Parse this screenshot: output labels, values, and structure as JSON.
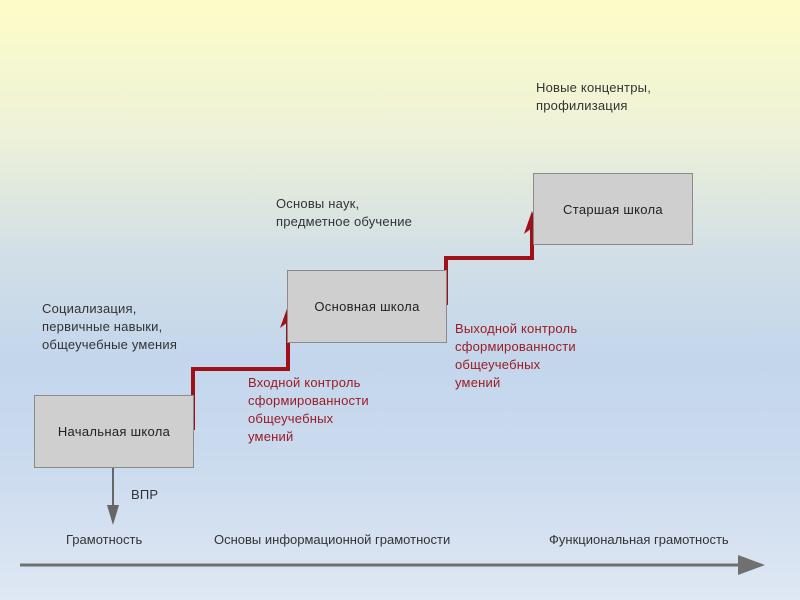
{
  "boxes": {
    "primary": "Начальная школа",
    "basic": "Основная школа",
    "senior": "Старшая школа"
  },
  "notes": {
    "primary": [
      "Социализация,",
      "первичные навыки,",
      "общеучебные умения"
    ],
    "basic": [
      "Основы наук,",
      "предметное обучение"
    ],
    "senior": [
      "Новые концентры,",
      "профилизация"
    ]
  },
  "controls": {
    "entry": [
      "Входной контроль",
      "сформированности",
      "общеучебных",
      "умений"
    ],
    "exit": [
      "Выходной контроль",
      "сформированности",
      "общеучебных",
      "умений"
    ]
  },
  "vpr_label": "ВПР",
  "axis_labels": [
    "Грамотность",
    "Основы информационной грамотности",
    "Функциональная грамотность"
  ],
  "colors": {
    "step_line": "#a01018",
    "axis": "#666666",
    "box_fill": "#cfcfcf"
  }
}
